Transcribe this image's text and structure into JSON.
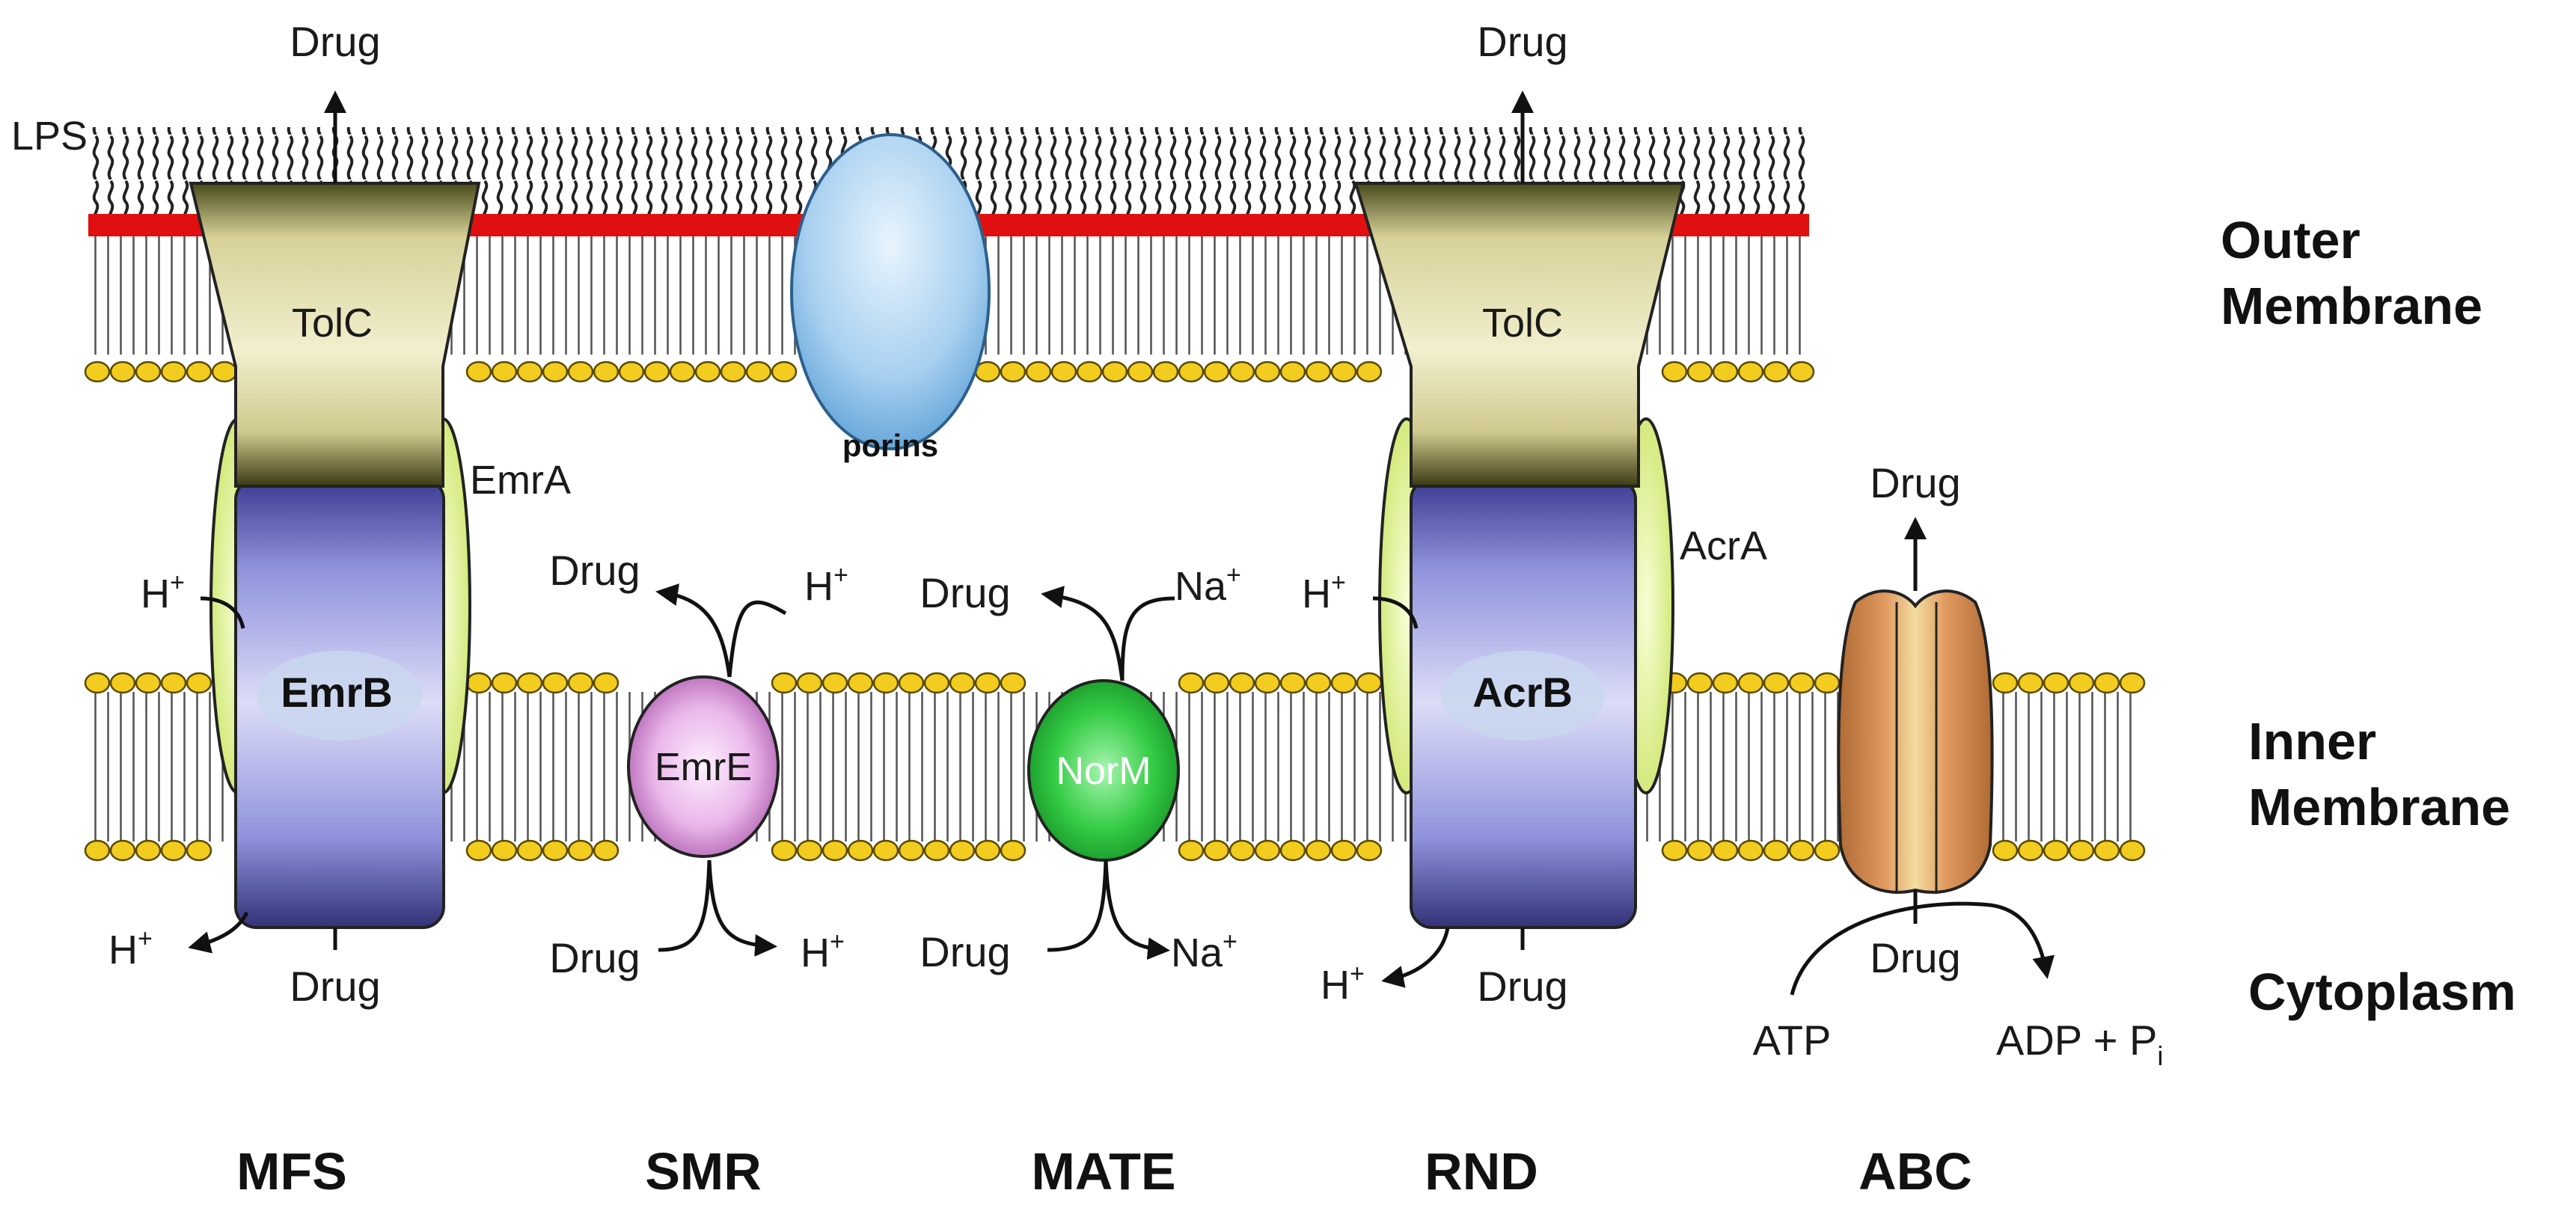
{
  "labels": {
    "lps": "LPS",
    "porins": "porins",
    "outer_membrane": [
      "Outer",
      "Membrane"
    ],
    "inner_membrane": [
      "Inner",
      "Membrane"
    ],
    "cytoplasm": "Cytoplasm",
    "drug": "Drug",
    "h_plus": "H",
    "na_plus": "Na",
    "plus": "+",
    "atp": "ATP",
    "adp_pi": "ADP + P",
    "pi_sub": "i"
  },
  "transporters": [
    {
      "family": "MFS",
      "outer": "TolC",
      "adaptor": "EmrA",
      "pump": "EmrB"
    },
    {
      "family": "SMR",
      "pump": "EmrE"
    },
    {
      "family": "MATE",
      "pump": "NorM"
    },
    {
      "family": "RND",
      "outer": "TolC",
      "adaptor": "AcrA",
      "pump": "AcrB"
    },
    {
      "family": "ABC"
    }
  ],
  "colors": {
    "lps_band": "#e01010",
    "lipid_head": "#f2cc1e",
    "lipid_head_stroke": "#5a4a00",
    "tolc": "#d9d39a",
    "inner_pump": "#9a9ce0",
    "adaptor": "#e4f79a",
    "emre": "#e6a8e6",
    "norm": "#22bb33",
    "porin": "#9ccaec",
    "abc": "#d78c55"
  }
}
